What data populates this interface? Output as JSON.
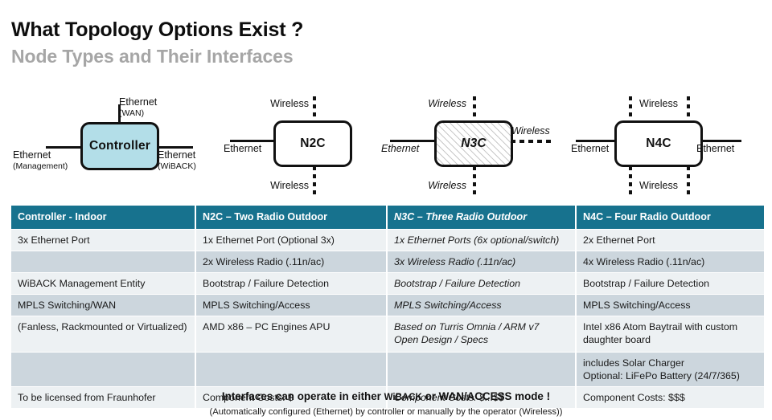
{
  "header": {
    "title": "What Topology Options Exist ?",
    "subtitle": "Node Types and Their Interfaces"
  },
  "colors": {
    "table_header_bg": "#17728e",
    "row_shade_bg": "#ccd6dd",
    "row_plain_bg": "#edf1f3",
    "controller_fill": "#b3dee8",
    "subtitle_gray": "#a6a6a6",
    "line_black": "#111111"
  },
  "diagram": {
    "nodes": [
      {
        "id": "controller",
        "label": "Controller",
        "style": "filled-blue",
        "italic": false,
        "interfaces": [
          {
            "position": "top",
            "type": "ethernet",
            "label": "Ethernet",
            "sublabel": "(WAN)"
          },
          {
            "position": "left",
            "type": "ethernet",
            "label": "Ethernet",
            "sublabel": "(Management)"
          },
          {
            "position": "right",
            "type": "ethernet",
            "label": "Ethernet",
            "sublabel": "(WiBACK)"
          }
        ]
      },
      {
        "id": "n2c",
        "label": "N2C",
        "style": "outline",
        "italic": false,
        "interfaces": [
          {
            "position": "top",
            "type": "wireless",
            "label": "Wireless",
            "sublabel": ""
          },
          {
            "position": "left",
            "type": "ethernet",
            "label": "Ethernet",
            "sublabel": ""
          },
          {
            "position": "bottom",
            "type": "wireless",
            "label": "Wireless",
            "sublabel": ""
          }
        ]
      },
      {
        "id": "n3c",
        "label": "N3C",
        "style": "hatched",
        "italic": true,
        "interfaces": [
          {
            "position": "top",
            "type": "wireless",
            "label": "Wireless",
            "sublabel": ""
          },
          {
            "position": "left",
            "type": "ethernet",
            "label": "Ethernet",
            "sublabel": ""
          },
          {
            "position": "right",
            "type": "wireless",
            "label": "Wireless",
            "sublabel": ""
          },
          {
            "position": "bottom",
            "type": "wireless",
            "label": "Wireless",
            "sublabel": ""
          }
        ]
      },
      {
        "id": "n4c",
        "label": "N4C",
        "style": "outline",
        "italic": false,
        "interfaces": [
          {
            "position": "top",
            "type": "wireless",
            "label": "Wireless",
            "sublabel": "",
            "count": 2
          },
          {
            "position": "left",
            "type": "ethernet",
            "label": "Ethernet",
            "sublabel": ""
          },
          {
            "position": "right",
            "type": "ethernet",
            "label": "Ethernet",
            "sublabel": ""
          },
          {
            "position": "bottom",
            "type": "wireless",
            "label": "Wireless",
            "sublabel": "",
            "count": 2
          }
        ]
      }
    ]
  },
  "table": {
    "columns": [
      {
        "label": "Controller - Indoor",
        "italic": false
      },
      {
        "label": "N2C – Two Radio Outdoor",
        "italic": false
      },
      {
        "label": "N3C – Three Radio Outdoor",
        "italic": true
      },
      {
        "label": "N4C – Four Radio Outdoor",
        "italic": false
      }
    ],
    "rows": [
      {
        "cells": [
          "3x Ethernet  Port",
          "1x Ethernet  Port (Optional  3x)",
          "1x Ethernet Ports (6x optional/switch)",
          "2x Ethernet  Port"
        ]
      },
      {
        "cells": [
          "",
          "2x Wireless  Radio (.11n/ac)",
          "3x Wireless Radio (.11n/ac)",
          "4x Wireless  Radio (.11n/ac)"
        ]
      },
      {
        "cells": [
          "WiBACK  Management Entity",
          "Bootstrap / Failure  Detection",
          "Bootstrap / Failure Detection",
          "Bootstrap / Failure  Detection"
        ]
      },
      {
        "cells": [
          "MPLS Switching/WAN",
          "MPLS Switching/Access",
          "MPLS Switching/Access",
          "MPLS Switching/Access"
        ]
      },
      {
        "cells": [
          "(Fanless,  Rackmounted  or Virtualized)",
          "AMD x86 – PC Engines  APU",
          "Based on Turris Omnia / ARM v7\nOpen Design / Specs",
          "Intel x86 Atom Baytrail with custom\ndaughter board"
        ]
      },
      {
        "cells": [
          "",
          "",
          "",
          "includes  Solar Charger\nOptional:  LiFePo Battery (24/7/365)"
        ]
      },
      {
        "cells": [
          "To be licensed  from Fraunhofer",
          "Component  Costs: $",
          "Component Costs: $...$$",
          "Component  Costs: $$$"
        ]
      }
    ]
  },
  "footer": {
    "main_pre": "Interfaces can operate in either ",
    "main_brand": "WiBACK",
    "main_post": " or WAN/ACCESS mode !",
    "sub": "(Automatically configured (Ethernet) by controller or manually by the operator (Wireless))"
  }
}
